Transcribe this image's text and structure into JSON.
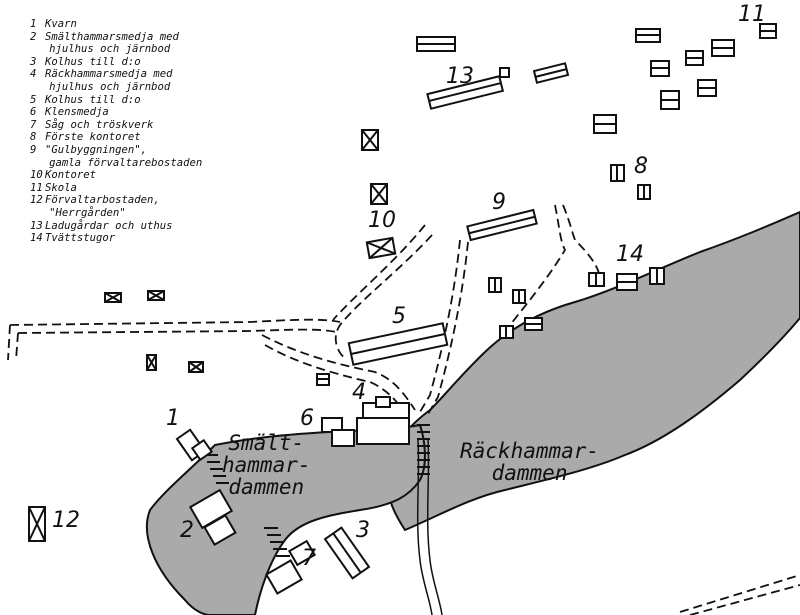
{
  "legend": [
    {
      "num": "1",
      "text": "Kvarn"
    },
    {
      "num": "2",
      "text": "Smälthammarsmedja med\nhjulhus och järnbod"
    },
    {
      "num": "3",
      "text": "Kolhus till d:o"
    },
    {
      "num": "4",
      "text": "Räckhammarsmedja med\nhjulhus och järnbod"
    },
    {
      "num": "5",
      "text": "Kolhus till d:o"
    },
    {
      "num": "6",
      "text": "Klensmedja"
    },
    {
      "num": "7",
      "text": "Såg och tröskverk"
    },
    {
      "num": "8",
      "text": "Förste kontoret"
    },
    {
      "num": "9",
      "text": "\"Gulbyggningen\",\ngamla förvaltarebostaden"
    },
    {
      "num": "10",
      "text": "Kontoret"
    },
    {
      "num": "11",
      "text": "Skola"
    },
    {
      "num": "12",
      "text": "Förvaltarbostaden,\n\"Herrgården\""
    },
    {
      "num": "13",
      "text": "Ladugårdar och uthus"
    },
    {
      "num": "14",
      "text": "Tvättstugor"
    }
  ],
  "map_labels": {
    "n1": "1",
    "n2": "2",
    "n3": "3",
    "n4": "4",
    "n5": "5",
    "n6": "6",
    "n7": "7",
    "n8": "8",
    "n9": "9",
    "n10": "10",
    "n11": "11",
    "n12": "12",
    "n13": "13",
    "n14": "14"
  },
  "water_labels": {
    "smalt": "Smält-\nhammar-\ndammen",
    "rack": "Räckhammar-\ndammen"
  },
  "colors": {
    "ink": "#111111",
    "water": "#aaaaaa",
    "paper": "#ffffff"
  }
}
